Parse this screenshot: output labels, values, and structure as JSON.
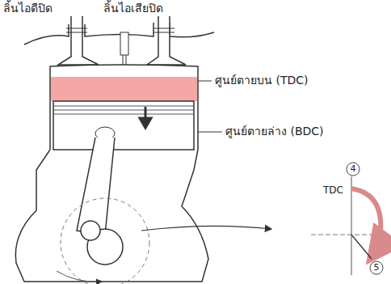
{
  "diagram": {
    "labels": [
      "ลิ้นไอดีปิด",
      "ลิ้นไอเสียปิด",
      "ศูนย์ตายบน (TDC)",
      "ศูนย์ตายล่าง (BDC)",
      "TDC",
      "4",
      "5"
    ]
  }
}
